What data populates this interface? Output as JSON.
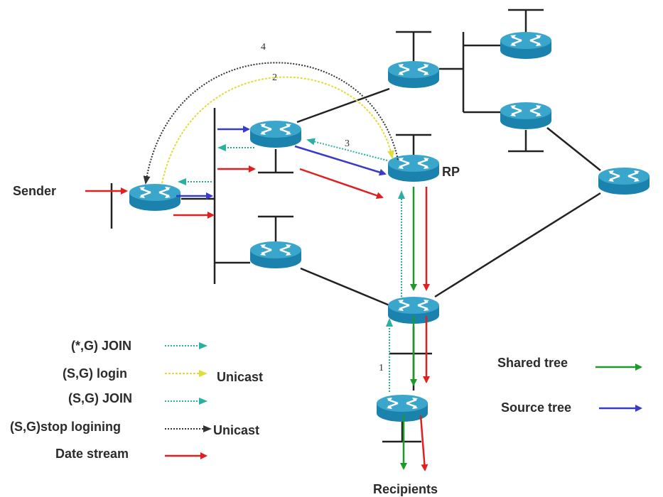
{
  "labels": {
    "sender": "Sender",
    "rp": "RP",
    "recipients": "Recipients"
  },
  "step_numbers": {
    "one": "1",
    "two": "2",
    "three": "3",
    "four": "4"
  },
  "legend": {
    "star_g_join": "(*,G) JOIN",
    "sg_login": "(S,G) login",
    "sg_join": "(S,G) JOIN",
    "sg_stop": "(S,G)stop logining",
    "data_stream": "Date stream",
    "unicast_1": "Unicast",
    "unicast_2": "Unicast",
    "shared_tree": "Shared tree",
    "source_tree": "Source tree"
  },
  "colors": {
    "join": "#2ab0a0",
    "login": "#e0dc3a",
    "stop": "#333333",
    "data": "#e02020",
    "shared": "#1e9a2a",
    "source": "#3a3ac8",
    "router_top": "#3aa6cc",
    "router_side": "#1a82ad"
  }
}
